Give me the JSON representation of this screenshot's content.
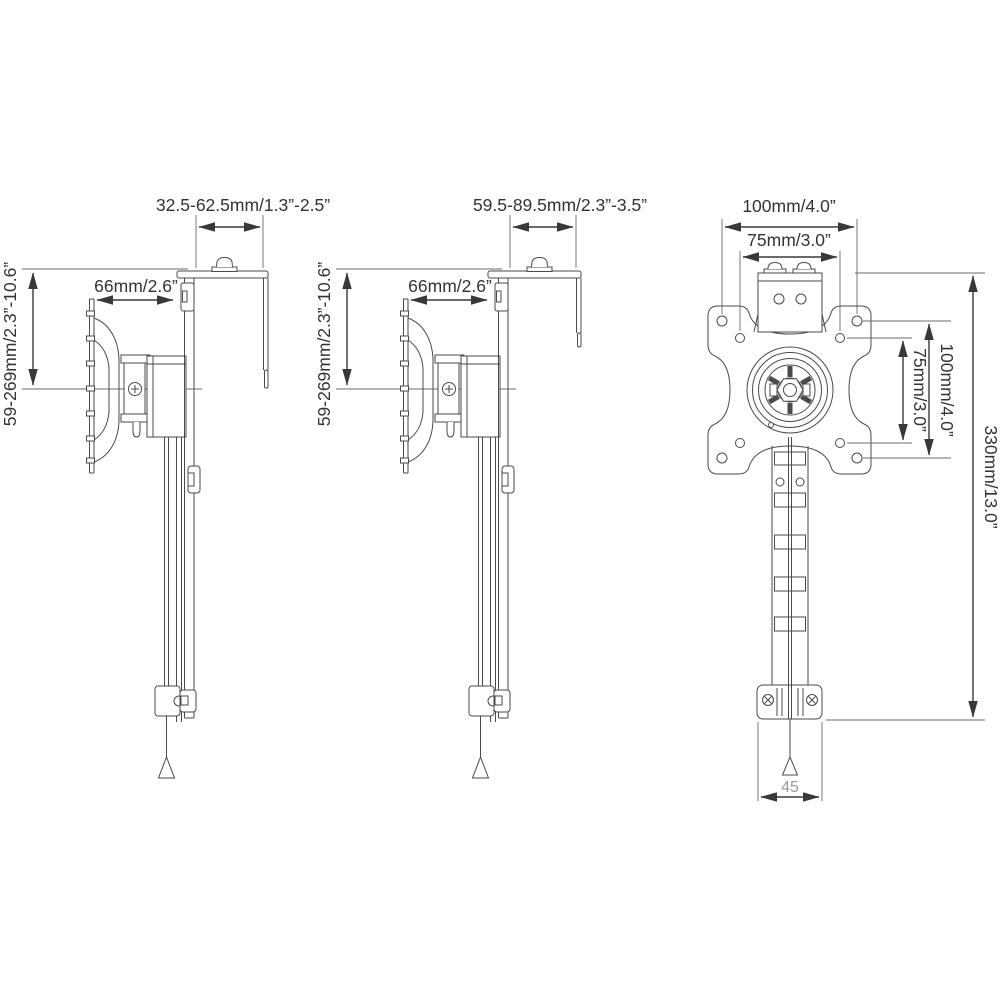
{
  "figure": {
    "type": "technical-dimension-drawing",
    "subject": "monitor mount bracket",
    "background": "#ffffff",
    "line_color": "#4a4a4a",
    "text_color": "#333333",
    "muted_text_color": "#999999",
    "views": [
      {
        "id": "side-view-short-hook",
        "top_offset": "32.5-62.5mm/1.3”-2.5”",
        "depth": "66mm/2.6”",
        "height_range": "59-269mm/2.3”-10.6”"
      },
      {
        "id": "side-view-long-hook",
        "top_offset": "59.5-89.5mm/2.3”-3.5”",
        "depth": "66mm/2.6”",
        "height_range": "59-269mm/2.3”-10.6”"
      },
      {
        "id": "front-view",
        "vesa_width_outer": "100mm/4.0”",
        "vesa_width_inner": "75mm/3.0”",
        "vesa_height_inner": "75mm/3.0”",
        "vesa_height_outer": "100mm/4.0”",
        "overall_height": "330mm/13.0”",
        "clamp_width": "45"
      }
    ]
  }
}
